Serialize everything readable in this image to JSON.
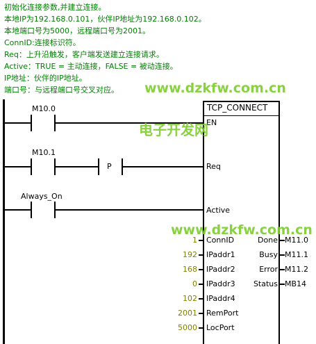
{
  "comments": [
    "初始化连接参数,并建立连接。",
    "本地IP为192.168.0.101，伙伴IP地址为192.168.0.102。",
    "本地端口号为5000，远程端口号为2001。",
    "ConnID:连接标识符。",
    "Req：上升沿触发，客户端发送建立连接请求。",
    "Active：TRUE = 主动连接，FALSE = 被动连接。",
    "IP地址：伙伴的IP地址。",
    "端口号：与远程端口号交叉对应。"
  ],
  "contacts": {
    "m10_0": "M10.0",
    "m10_1": "M10.1",
    "always_on": "Always_On",
    "p_contact": "P"
  },
  "block": {
    "title": "TCP_CONNECT",
    "inputs": {
      "en": "EN",
      "req": "Req",
      "active": "Active",
      "connid": "ConnID",
      "ipaddr1": "IPaddr1",
      "ipaddr2": "IPaddr2",
      "ipaddr3": "IPaddr3",
      "ipaddr4": "IPaddr4",
      "remport": "RemPort",
      "locport": "LocPort"
    },
    "values": {
      "connid": "1",
      "ipaddr1": "192",
      "ipaddr2": "168",
      "ipaddr3": "0",
      "ipaddr4": "102",
      "remport": "2001",
      "locport": "5000"
    },
    "outputs": {
      "done": "Done",
      "busy": "Busy",
      "error": "Error",
      "status": "Status"
    },
    "output_addresses": {
      "done": "M11.0",
      "busy": "M11.1",
      "error": "M11.2",
      "status": "MB14"
    }
  },
  "watermarks": {
    "url_top": "www.dzkfw.com.cn",
    "cn_top": "电子开发网",
    "url_mid": "www.dzkfw.com.cn"
  },
  "colors": {
    "comment_text": "#008000",
    "constant_value": "#808000",
    "watermark": "#7ccd2d"
  }
}
